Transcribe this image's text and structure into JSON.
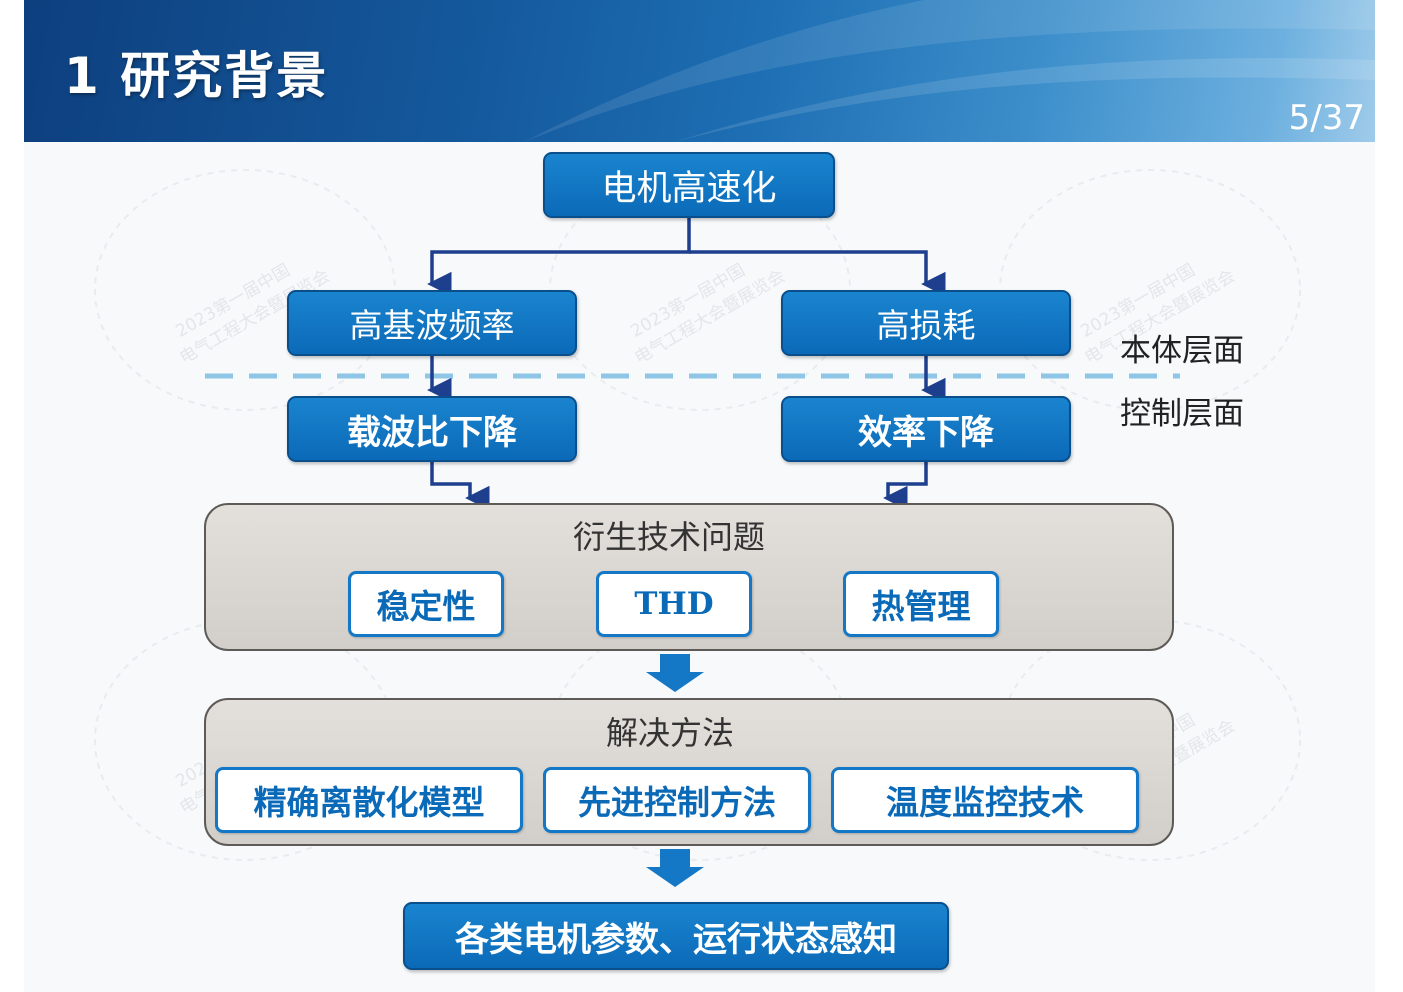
{
  "header": {
    "title": "1 研究背景",
    "page": "5/37"
  },
  "nodes": {
    "top": "电机高速化",
    "high_fundamental": "高基波频率",
    "high_loss": "高损耗",
    "carrier_ratio_drop": "载波比下降",
    "efficiency_drop": "效率下降",
    "result": "各类电机参数、运行状态感知"
  },
  "layers": {
    "body": "本体层面",
    "control": "控制层面"
  },
  "derived_panel": {
    "title": "衍生技术问题",
    "items": [
      "稳定性",
      "THD",
      "热管理"
    ]
  },
  "solution_panel": {
    "title": "解决方法",
    "items": [
      "精确离散化模型",
      "先进控制方法",
      "温度监控技术"
    ]
  },
  "watermark": {
    "line1": "2023第一届中国",
    "line2": "电气工程大会暨展览会"
  },
  "colors": {
    "node_blue": "#1578c6",
    "connector": "#1d3f8e",
    "arrow_blue": "#1578c6",
    "dash": "#8fc6e6",
    "panel_gray": "#d8d4cf"
  }
}
